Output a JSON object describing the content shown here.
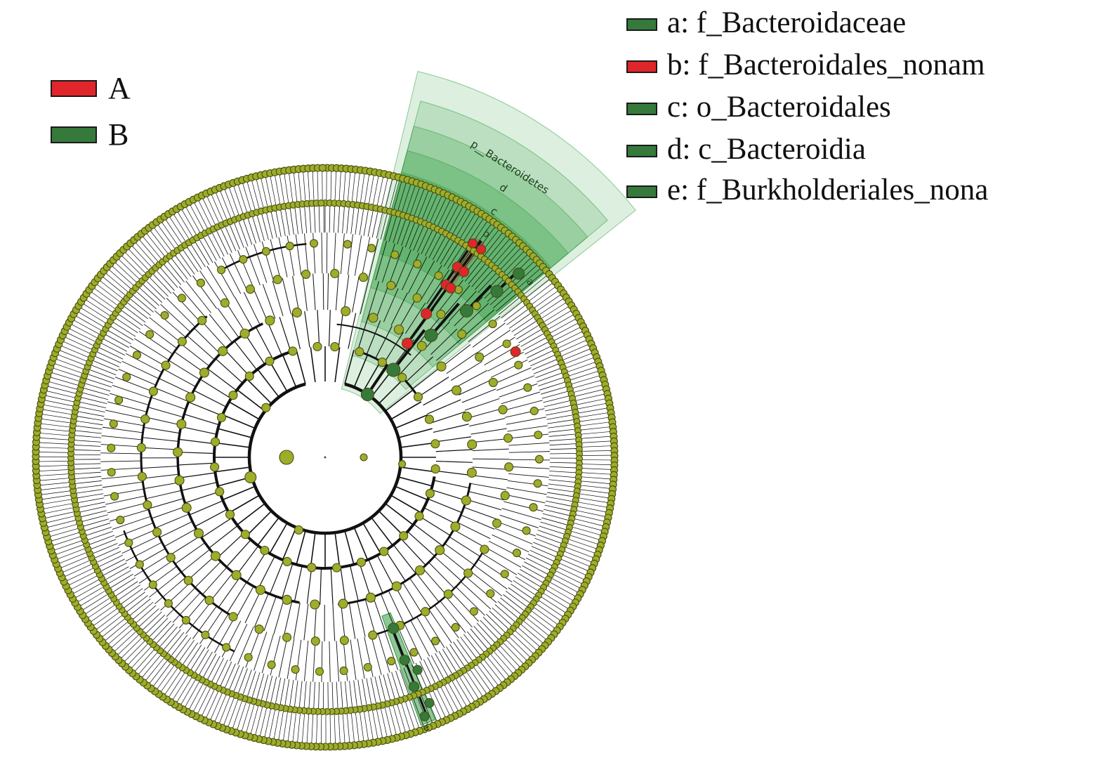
{
  "group_legend": [
    {
      "label": "A",
      "color": "#e0262a"
    },
    {
      "label": "B",
      "color": "#357a3b"
    }
  ],
  "taxa_legend": [
    {
      "label": "a: f_Bacteroidaceae",
      "color": "#357a3b"
    },
    {
      "label": "b: f_Bacteroidales_nonam",
      "color": "#e0262a"
    },
    {
      "label": "c: o_Bacteroidales",
      "color": "#357a3b"
    },
    {
      "label": "d: c_Bacteroidia",
      "color": "#357a3b"
    },
    {
      "label": "e: f_Burkholderiales_nona",
      "color": "#357a3b"
    }
  ],
  "clade_labels": {
    "phylum": "p__Bacteroidetes",
    "d": "d",
    "c": "c",
    "b": "b",
    "a": "a",
    "e": "e"
  },
  "colors": {
    "node_default": "#9ead2a",
    "node_stroke": "#4a4d10",
    "branch": "#111111",
    "highlight_green": "#357a3b",
    "highlight_red": "#e0262a",
    "shade_green": "#2e9b3e"
  }
}
